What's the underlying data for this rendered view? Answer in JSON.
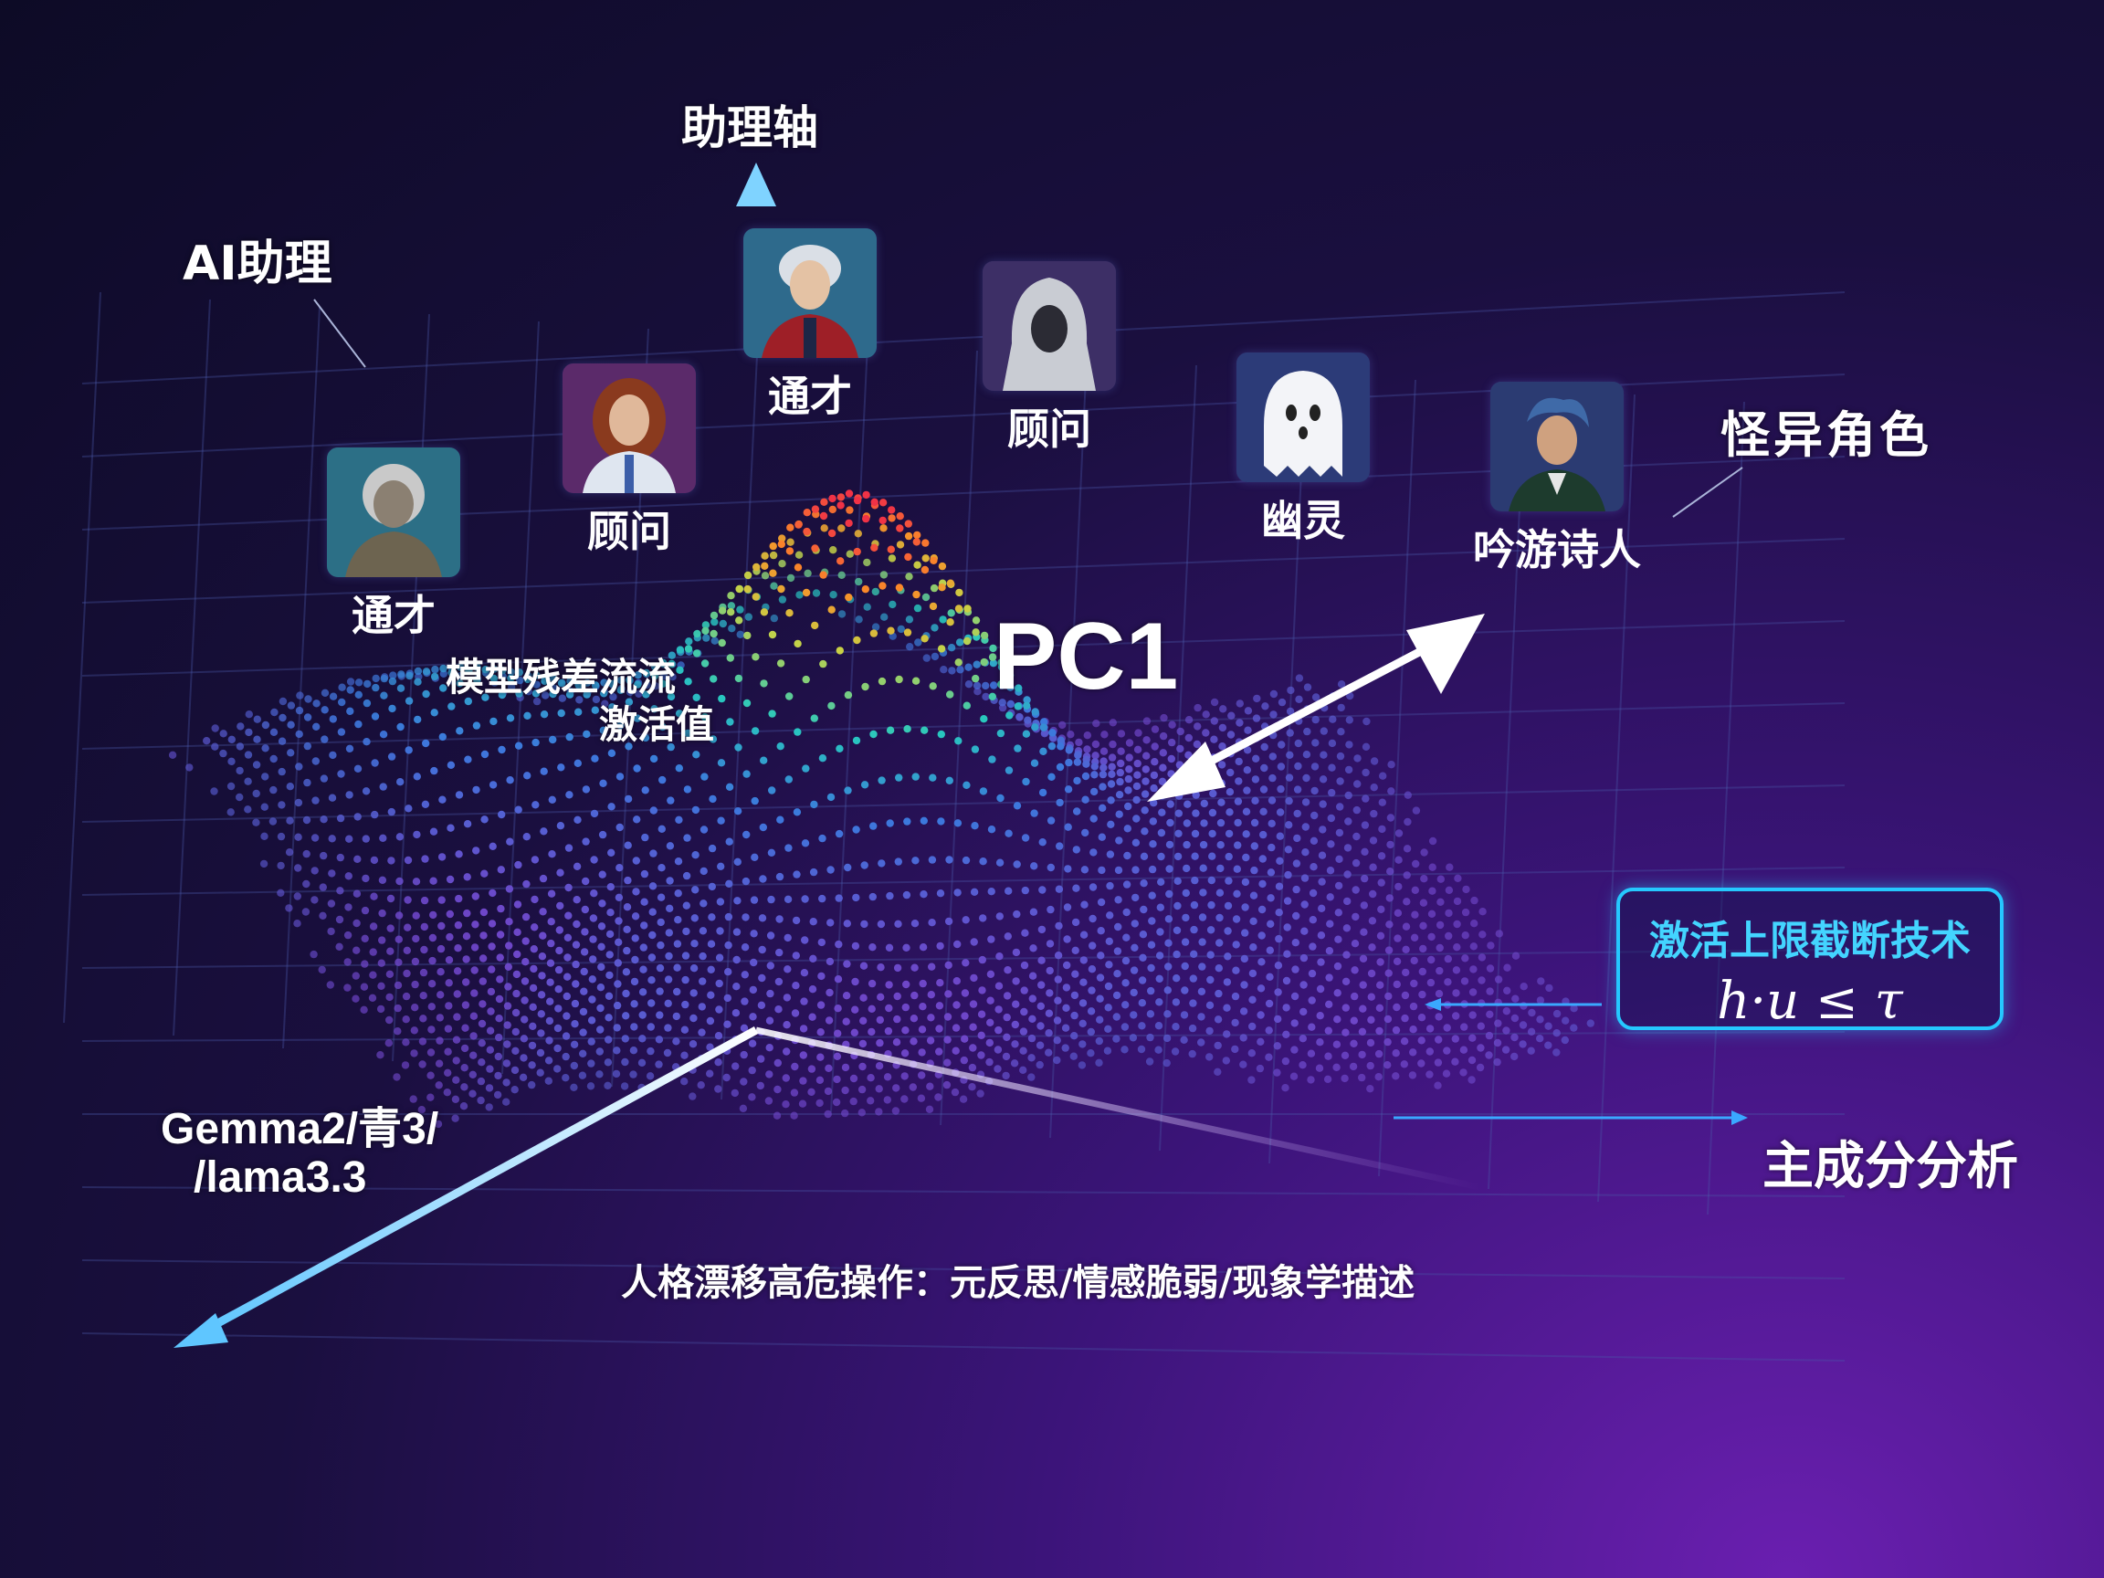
{
  "axis_title": "助理轴",
  "ai_assistant_label": "AI助理",
  "weird_roles_label": "怪异角色",
  "pc1_label": "PC1",
  "residual_label_line1": "模型残差流流",
  "residual_label_line2": "激活值",
  "models_label_line1": "Gemma2/青3/",
  "models_label_line2": "/lama3.3",
  "pca_label": "主成分分析",
  "drift_label": "人格漂移高危操作：元反思/情感脆弱/现象学描述",
  "capping_box": {
    "title": "激活上限截断技术",
    "formula": "h·u ≤ τ"
  },
  "personas": [
    {
      "name": "通才",
      "icon": "statue-avatar-icon"
    },
    {
      "name": "顾问",
      "icon": "woman-avatar-icon"
    },
    {
      "name": "通才",
      "icon": "silver-hair-man-avatar-icon"
    },
    {
      "name": "顾问",
      "icon": "hooded-figure-avatar-icon"
    },
    {
      "name": "幽灵",
      "icon": "ghost-icon"
    },
    {
      "name": "吟游诗人",
      "icon": "bard-avatar-icon"
    }
  ],
  "colors": {
    "axis": "#7fd3ff",
    "box_border": "#25c8ff",
    "box_title": "#43d4ff",
    "arrow": "#ffffff"
  }
}
